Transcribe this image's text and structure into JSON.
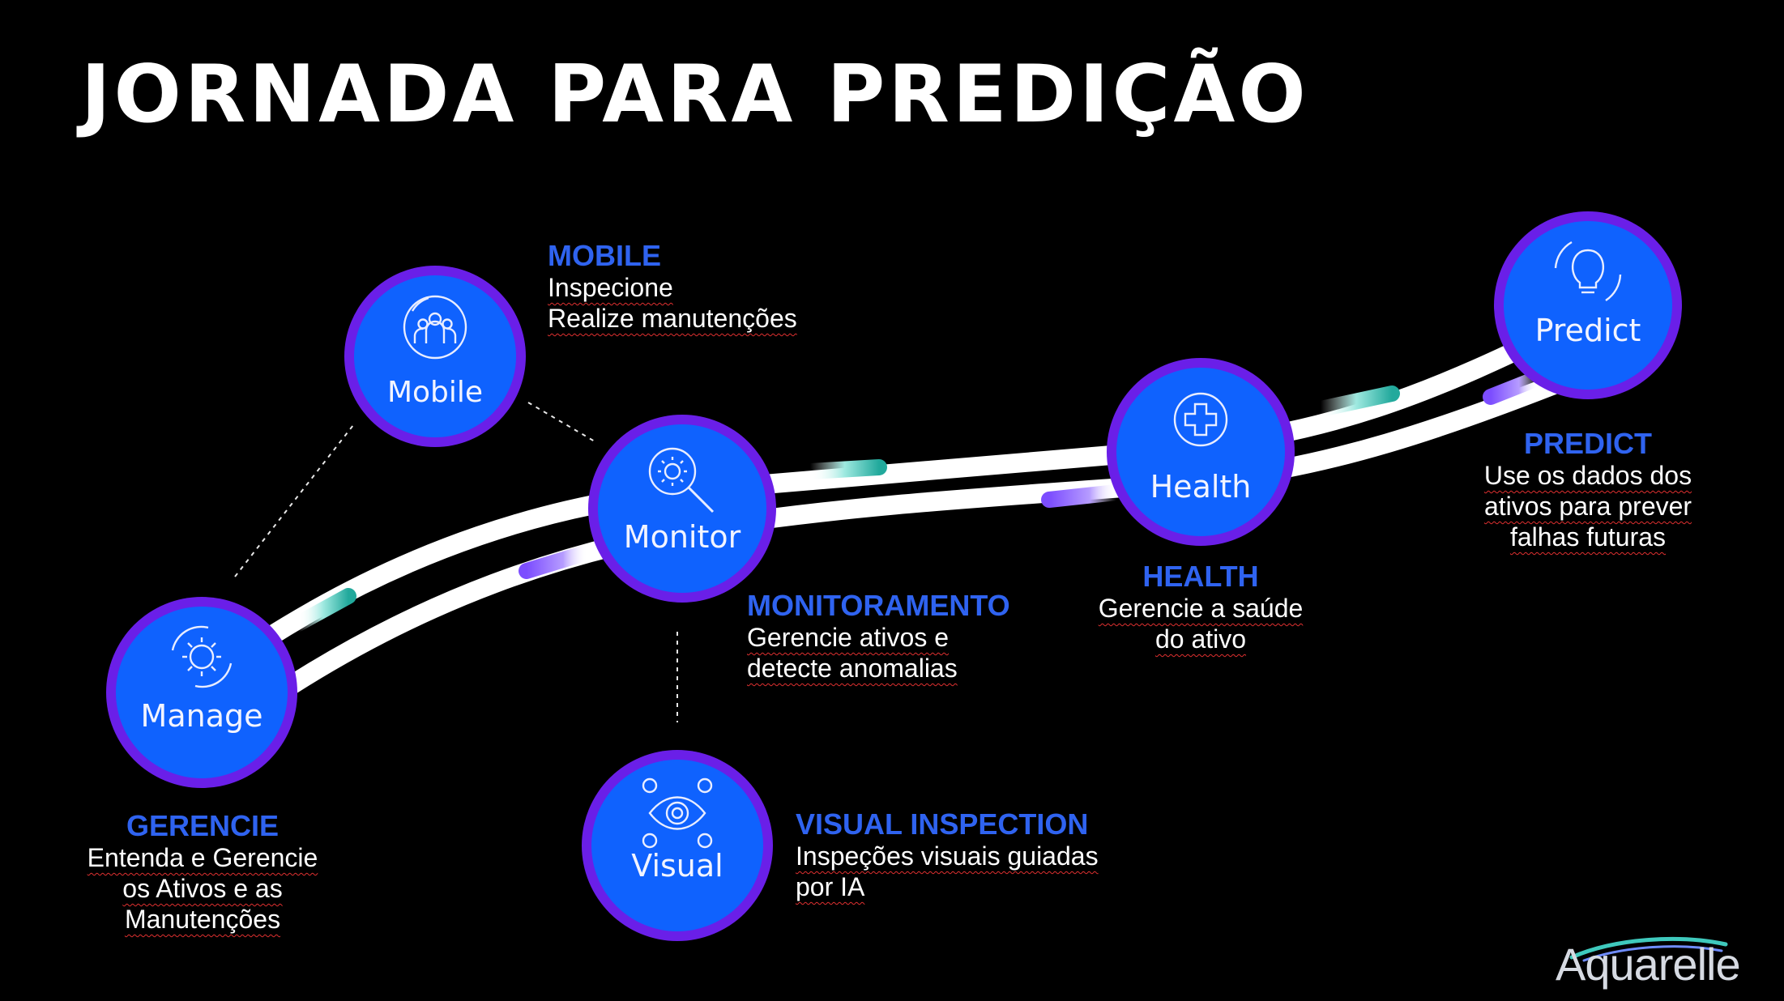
{
  "title": "JORNADA PARA PREDIÇÃO",
  "nodes": {
    "manage": {
      "label": "Manage",
      "icon": "gear-cycle-icon"
    },
    "mobile": {
      "label": "Mobile",
      "icon": "team-people-icon"
    },
    "monitor": {
      "label": "Monitor",
      "icon": "gear-magnifier-icon"
    },
    "visual": {
      "label": "Visual",
      "icon": "eye-inspection-icon"
    },
    "health": {
      "label": "Health",
      "icon": "medical-cross-icon"
    },
    "predict": {
      "label": "Predict",
      "icon": "lightbulb-cycle-icon"
    }
  },
  "descriptions": {
    "mobile": {
      "heading": "MOBILE",
      "lines": [
        "Inspecione",
        "Realize manutenções"
      ]
    },
    "monitor": {
      "heading": "MONITORAMENTO",
      "lines": [
        "Gerencie ativos e",
        "detecte anomalias"
      ]
    },
    "health": {
      "heading": "HEALTH",
      "lines": [
        "Gerencie a saúde",
        "do ativo"
      ]
    },
    "predict": {
      "heading": "PREDICT",
      "lines": [
        "Use os dados dos",
        "ativos para prever",
        "falhas futuras"
      ]
    },
    "visual": {
      "heading": "VISUAL INSPECTION",
      "lines": [
        "Inspeções visuais guiadas",
        "por IA"
      ]
    },
    "manage": {
      "heading": "GERENCIE",
      "lines": [
        "Entenda e Gerencie",
        "os Ativos e as",
        "Manutenções"
      ]
    }
  },
  "logo": {
    "text": "Aquarelle"
  },
  "colors": {
    "node_fill": "#0f62fe",
    "node_ring": "#6a1fe8",
    "heading": "#2f63f0",
    "teal_accent": "#3fc9bd",
    "purple_accent": "#a78bfa",
    "track": "#ffffff",
    "background": "#000000"
  }
}
